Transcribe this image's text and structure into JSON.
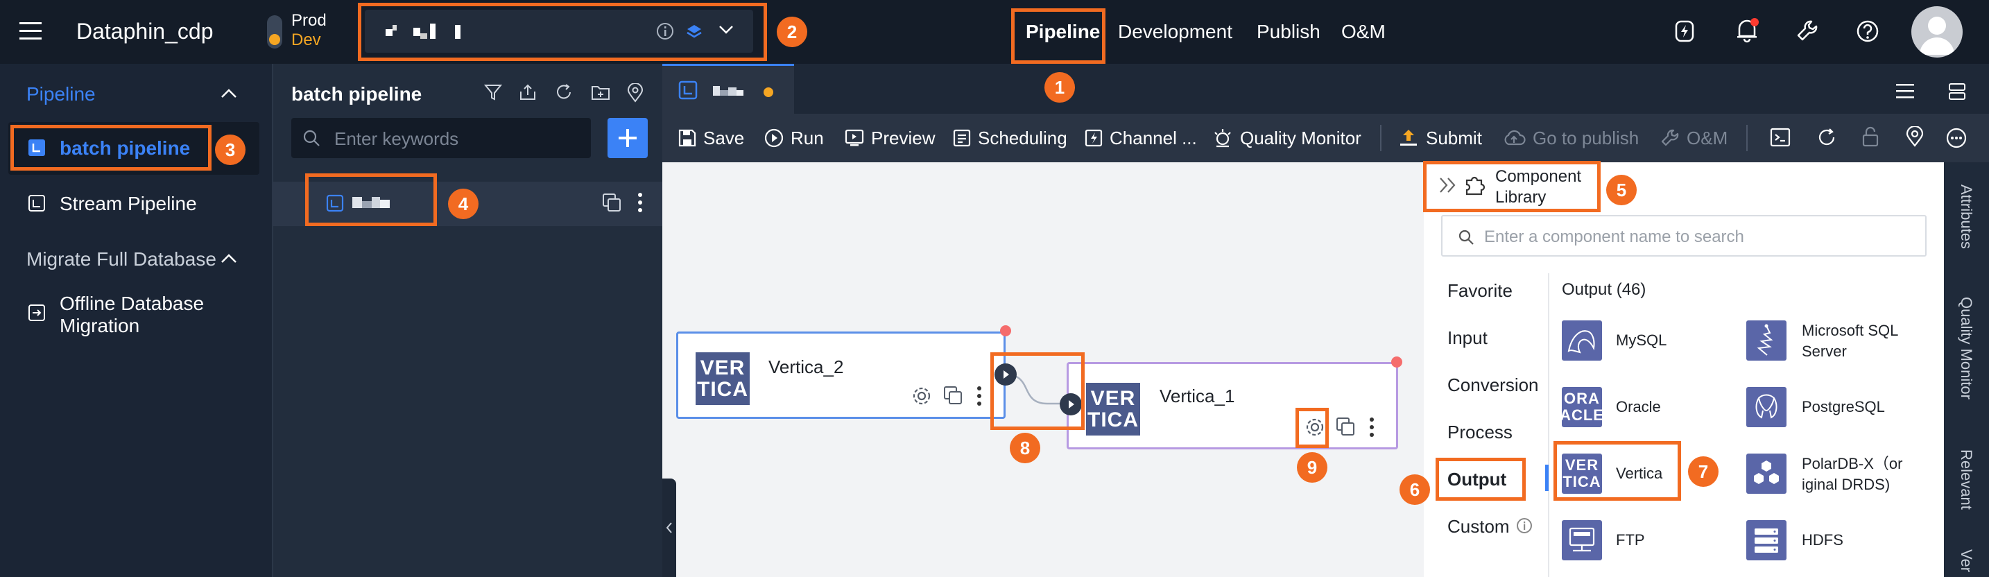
{
  "app": {
    "name": "Dataphin_cdp",
    "env_prod": "Prod",
    "env_dev": "Dev"
  },
  "colors": {
    "annotation": "#f26b21",
    "accent_blue": "#3b82f6",
    "env_dev": "#f5a623",
    "vertica_logo": "#4b5a8c"
  },
  "top_nav": [
    "Pipeline",
    "Development",
    "Publish",
    "O&M"
  ],
  "sidebar": {
    "pipeline_header": "Pipeline",
    "batch_pipeline": "batch pipeline",
    "stream_pipeline": "Stream Pipeline",
    "migrate_header": "Migrate Full Database",
    "offline_migration": "Offline Database Migration"
  },
  "tree": {
    "title": "batch pipeline",
    "search_placeholder": "Enter keywords"
  },
  "toolbar": {
    "save": "Save",
    "run": "Run",
    "preview": "Preview",
    "scheduling": "Scheduling",
    "channel": "Channel ...",
    "quality": "Quality Monitor",
    "submit": "Submit",
    "go_publish": "Go to publish",
    "om": "O&M"
  },
  "canvas": {
    "node1": {
      "name": "Vertica_2",
      "logo_top": "VER",
      "logo_bottom": "TICA"
    },
    "node2": {
      "name": "Vertica_1",
      "logo_top": "VER",
      "logo_bottom": "TICA"
    }
  },
  "library": {
    "title": "Component Library",
    "search_placeholder": "Enter a component name to search",
    "categories": [
      "Favorite",
      "Input",
      "Conversion",
      "Process",
      "Output",
      "Custom"
    ],
    "section_title": "Output (46)",
    "components": [
      {
        "name": "MySQL",
        "icon": "mysql-icon"
      },
      {
        "name": "Microsoft SQL Server",
        "icon": "sqlserver-icon"
      },
      {
        "name": "Oracle",
        "icon": "oracle-icon",
        "logo_top": "ORA",
        "logo_bottom": "ACLE"
      },
      {
        "name": "PostgreSQL",
        "icon": "postgresql-icon"
      },
      {
        "name": "Vertica",
        "icon": "vertica-icon",
        "logo_top": "VER",
        "logo_bottom": "TICA"
      },
      {
        "name": "PolarDB-X（or iginal DRDS)",
        "icon": "polardb-icon"
      },
      {
        "name": "FTP",
        "icon": "ftp-icon"
      },
      {
        "name": "HDFS",
        "icon": "hdfs-icon"
      }
    ]
  },
  "right_rail": [
    "Attributes",
    "Quality Monitor",
    "Relevant",
    "Ver"
  ],
  "annotations": [
    "1",
    "2",
    "3",
    "4",
    "5",
    "6",
    "7",
    "8",
    "9"
  ]
}
